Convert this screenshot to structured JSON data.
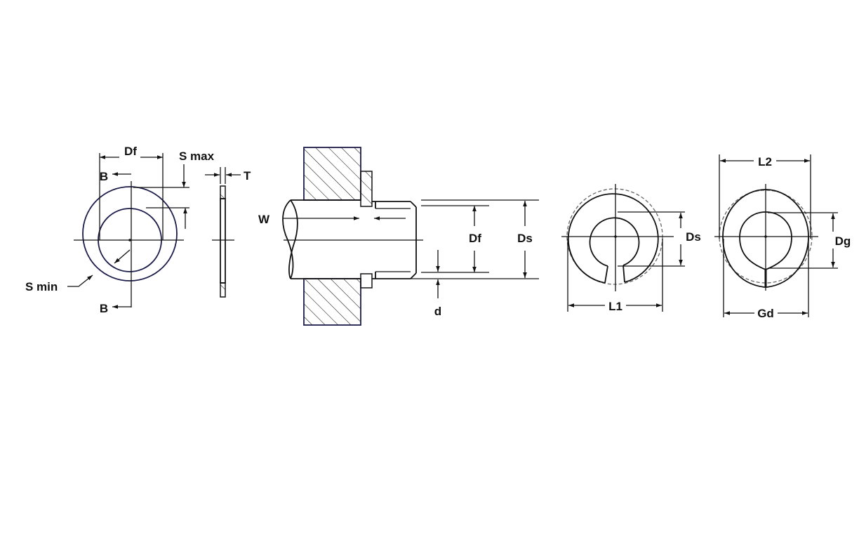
{
  "colors": {
    "ink": "#111111",
    "outline": "#1c1c4a",
    "background": "#ffffff"
  },
  "views": {
    "front_view": {
      "df": "Df",
      "s_max": "S max",
      "s_min": "S min",
      "b_top": "B",
      "b_bottom": "B"
    },
    "section_view": {
      "t": "T"
    },
    "assembly_view": {
      "w": "W",
      "df": "Df",
      "ds": "Ds",
      "d": "d"
    },
    "spring_view_1": {
      "ds": "Ds",
      "l1": "L1"
    },
    "spring_view_2": {
      "l2": "L2",
      "dg": "Dg",
      "gd": "Gd"
    }
  }
}
